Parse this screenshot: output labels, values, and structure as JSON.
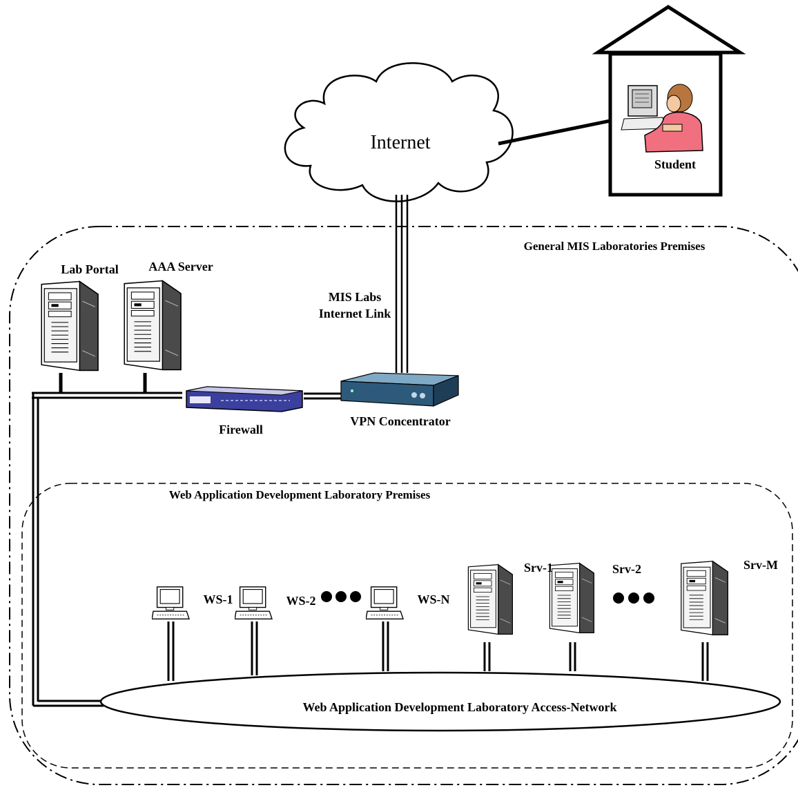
{
  "labels": {
    "internet": "Internet",
    "student": "Student",
    "general_premises": "General MIS Laboratories Premises",
    "lab_portal": "Lab Portal",
    "aaa_server": "AAA Server",
    "mis_labs_line1": "MIS Labs",
    "mis_labs_line2": "Internet  Link",
    "firewall": "Firewall",
    "vpn": "VPN Concentrator",
    "web_premises": "Web Application Development Laboratory Premises",
    "ws1": "WS-1",
    "ws2": "WS-2",
    "wsn": "WS-N",
    "srv1": "Srv-1",
    "srv2": "Srv-2",
    "srvm": "Srv-M",
    "access_network": "Web Application Development Laboratory  Access-Network"
  },
  "icons": {
    "cloud": "cloud-icon",
    "house": "house-icon",
    "student": "person-at-computer-icon",
    "server": "server-tower-icon",
    "workstation": "desktop-computer-icon",
    "firewall": "firewall-appliance-icon",
    "vpn": "vpn-concentrator-icon"
  },
  "colors": {
    "line": "#000000",
    "firewall_body": "#3b3f9e",
    "vpn_body": "#2d5a7b",
    "student_shirt": "#f07080",
    "server_side": "#4a4a4a"
  }
}
